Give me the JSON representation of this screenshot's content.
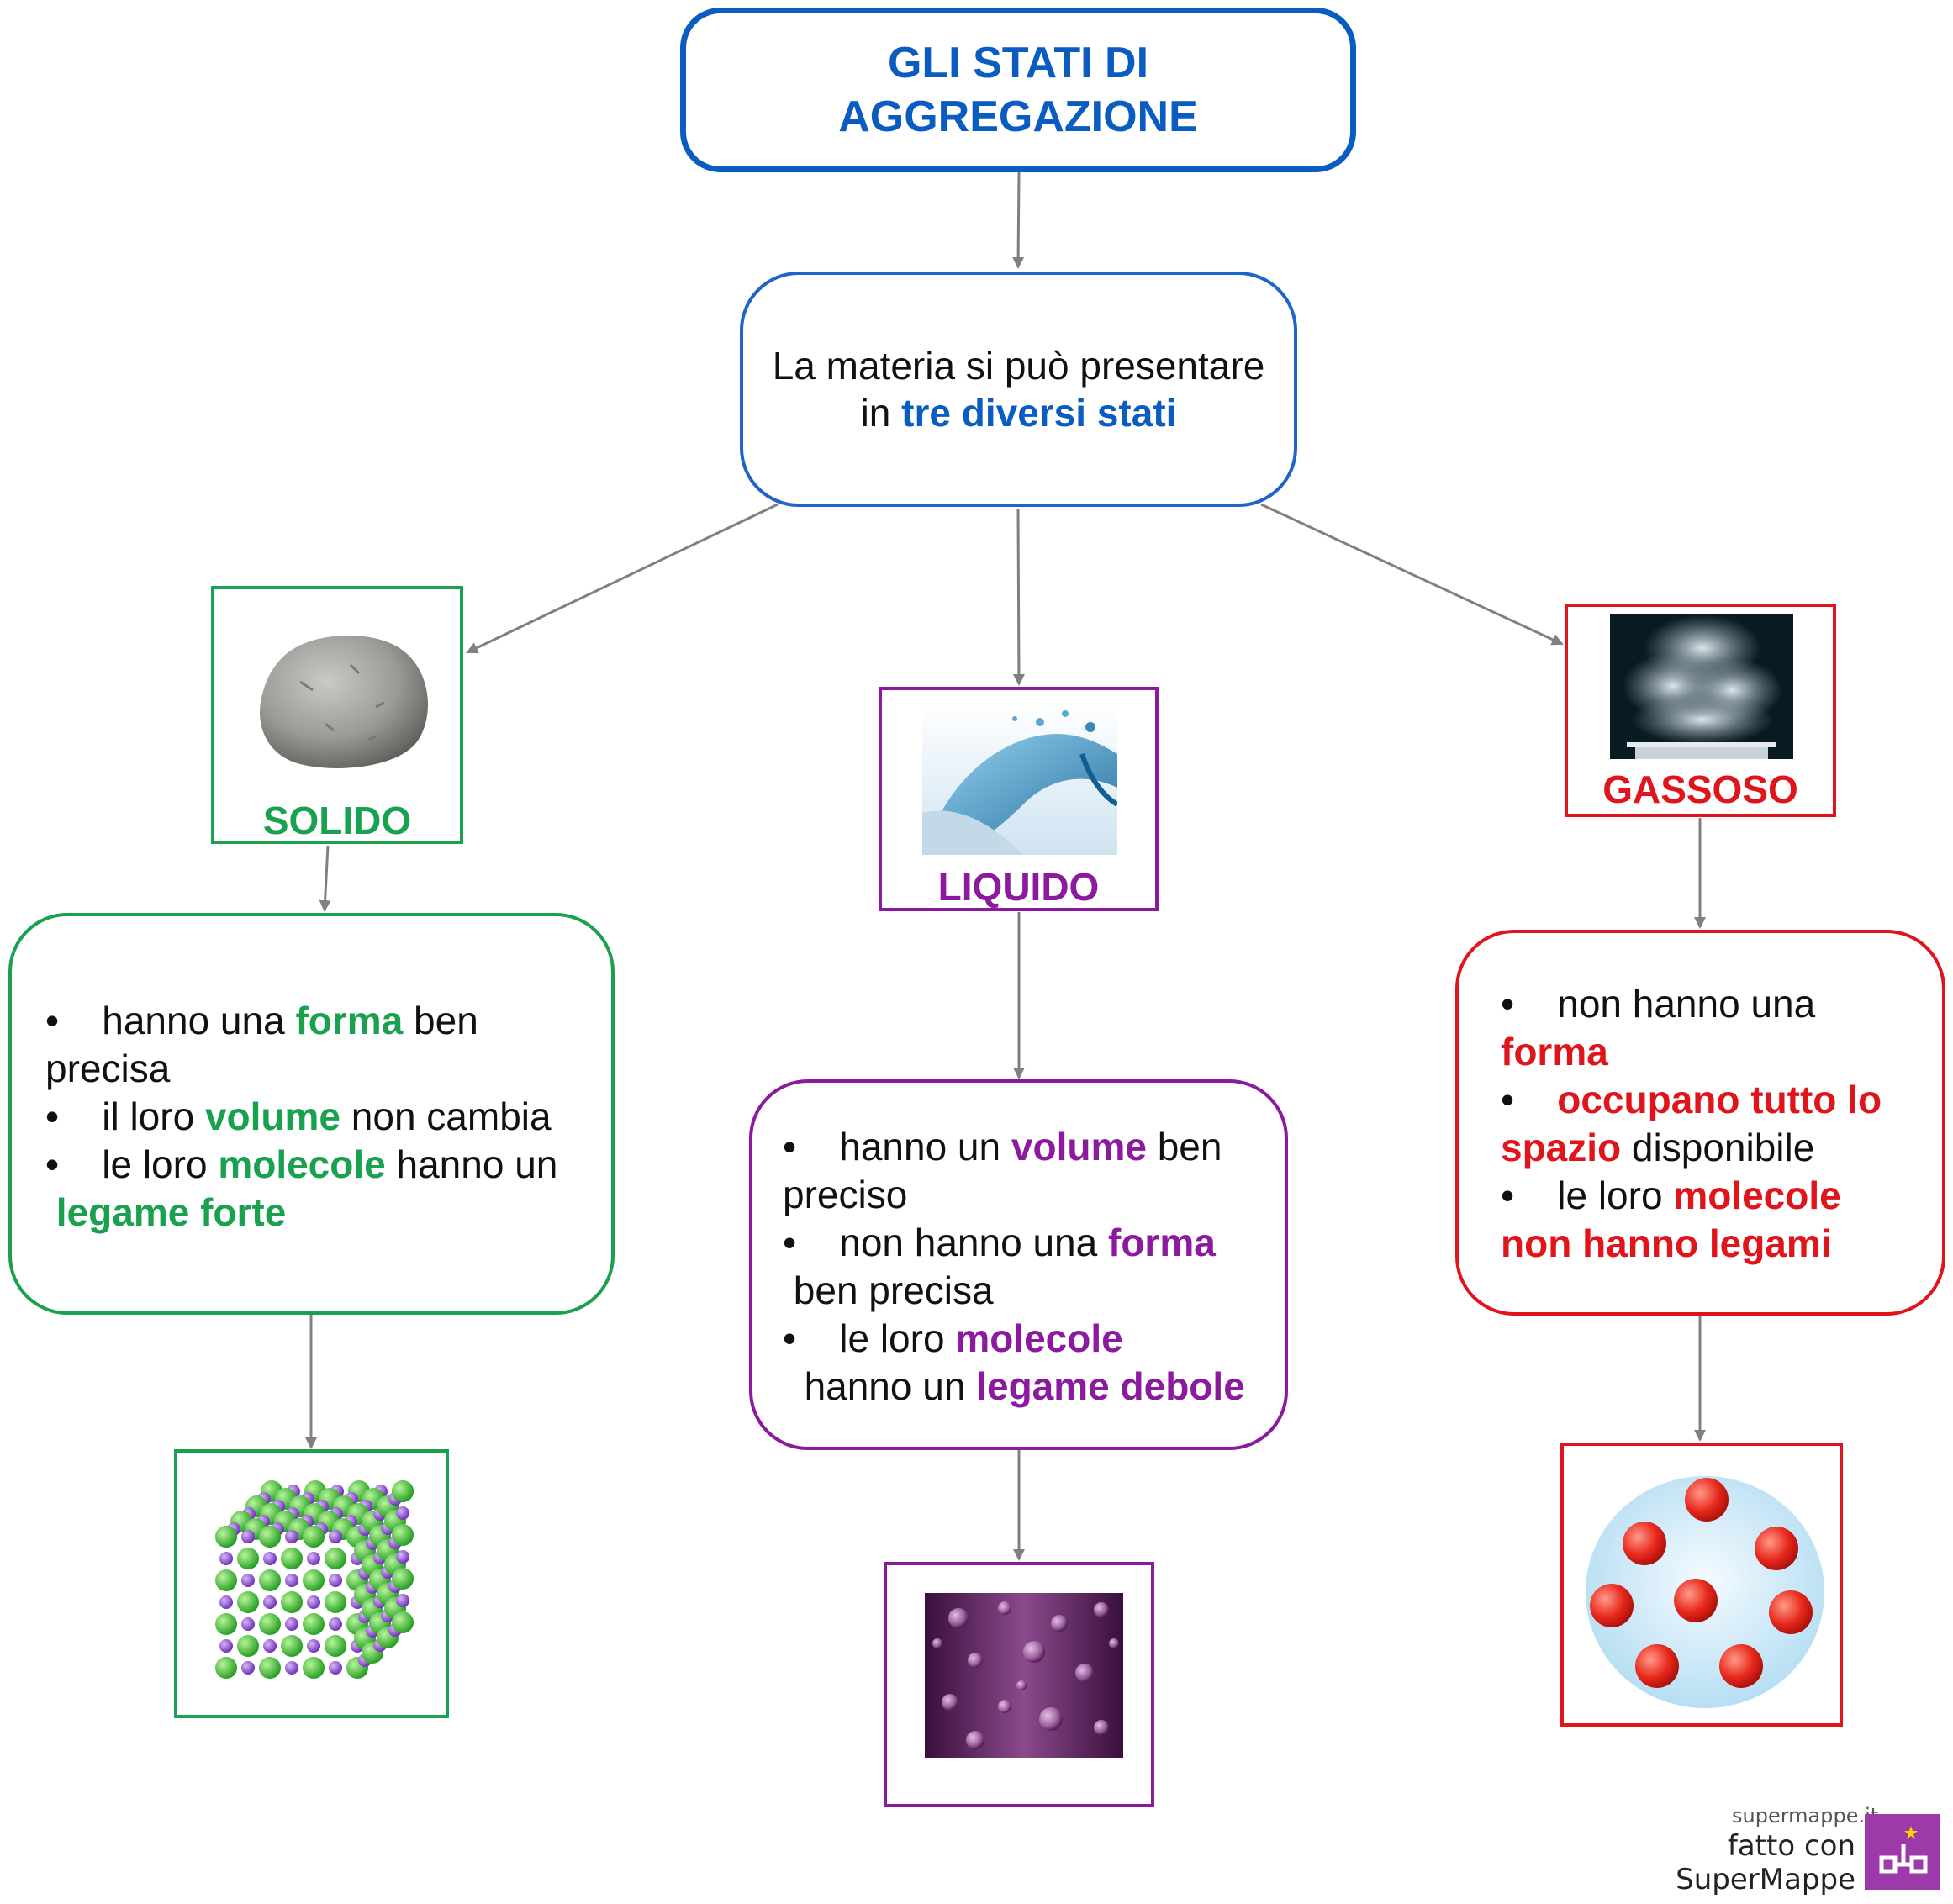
{
  "title": "GLI  STATI  DI\nAGGREGAZIONE",
  "intro": {
    "line1": "La materia si può presentare",
    "line2_prefix": "in ",
    "line2_highlight": "tre  diversi  stati"
  },
  "colors": {
    "title": "#0a5cc0",
    "solid": "#1aa14f",
    "liquid": "#8b1a9e",
    "gas": "#e0141b",
    "arrow": "#808080"
  },
  "states": {
    "solid": {
      "label": "SOLIDO",
      "image_icon": "rock-icon",
      "model_icon": "crystal-lattice-icon",
      "b1_pre": "hanno una ",
      "b1_kw": "forma",
      "b1_post": " ben",
      "b1_cont": "precisa",
      "b2_pre": "il loro ",
      "b2_kw": "volume",
      "b2_post": " non cambia",
      "b3_pre": "le loro ",
      "b3_kw": "molecole",
      "b3_post": " hanno un",
      "b3_cont_kw": "legame  forte"
    },
    "liquid": {
      "label": "LIQUIDO",
      "image_icon": "water-splash-icon",
      "model_icon": "bubbles-icon",
      "b1_pre": "hanno un ",
      "b1_kw": "volume",
      "b1_post": " ben",
      "b1_cont": "preciso",
      "b2_pre": "non hanno una ",
      "b2_kw": "forma",
      "b2_cont": "ben precisa",
      "b3_pre": "le loro ",
      "b3_kw": "molecole",
      "b3_cont_pre": "hanno un ",
      "b3_cont_kw": "legame  debole"
    },
    "gas": {
      "label": "GASSOSO",
      "image_icon": "steam-pot-icon",
      "model_icon": "gas-particles-icon",
      "b1_pre": "non hanno una",
      "b1_cont_kw": "forma",
      "b2_kw": "occupano  tutto  lo",
      "b2_cont_kw": "spazio",
      "b2_cont_post": " disponibile",
      "b3_pre": "le loro ",
      "b3_kw": "molecole",
      "b3_cont_kw": "non  hanno  legami"
    }
  },
  "footer": {
    "site": "supermappe.it",
    "credit": "fatto con SuperMappe"
  }
}
